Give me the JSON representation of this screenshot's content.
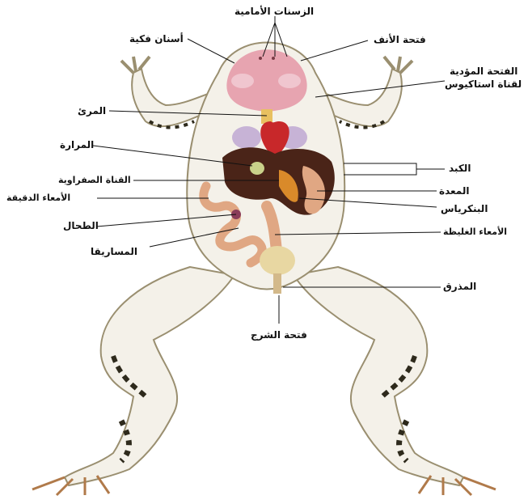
{
  "labels": {
    "vomerine_teeth": "الزسنات الأمامية",
    "maxillary_teeth": "أسنان فكية",
    "nostril": "فتحة الأنف",
    "eustachian_line1": "الفتحة المؤدية",
    "eustachian_line2": "لقناة استاكيوس",
    "esophagus": "المرئ",
    "gallbladder": "المرارة",
    "liver": "الكبد",
    "bile_duct": "القناة الصفراوية",
    "stomach": "المعدة",
    "small_intestine": "الأمعاء الدقيقة",
    "pancreas": "البنكرياس",
    "spleen": "الطحال",
    "large_intestine": "الأمعاء الغليظة",
    "mesentery": "المساريقا",
    "cloaca": "المذرق",
    "anus": "فتحة الشرج"
  },
  "colors": {
    "skin": "#f4f1e9",
    "skin_outline": "#9a8f70",
    "spots": "#2e2a1c",
    "leg_green": "#8c9a5a",
    "mouth": "#e7a4b0",
    "heart": "#c8282a",
    "liver": "#4a2418",
    "intestine": "#e0a783",
    "bladder": "#e8d7a2",
    "pancreas": "#d98a2a"
  }
}
